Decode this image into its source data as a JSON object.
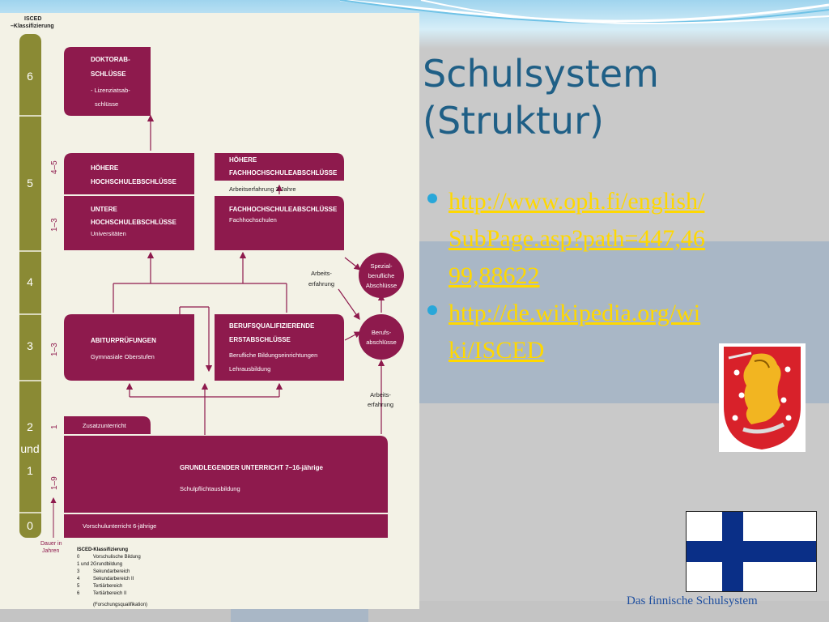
{
  "slide": {
    "title_line1": "Schulsystem",
    "title_line2": "(Struktur)",
    "links": [
      "http://www.oph.fi/english/SubPage.asp?path=447,4699,88622",
      "http://de.wikipedia.org/wiki/ISCED"
    ],
    "footer": "Das finnische Schulsystem"
  },
  "colors": {
    "box": "#8e1a4d",
    "bar": "#8a8a34",
    "title": "#1f5f86",
    "link": "#ffd800",
    "bullet": "#29a7d9"
  },
  "diagram": {
    "header": [
      "ISCED",
      "–Klassifizierung"
    ],
    "levels": [
      "6",
      "5",
      "4",
      "3",
      "2",
      "und",
      "1",
      "0"
    ],
    "years": [
      "4–5",
      "1–3",
      "1–3",
      "1",
      "1–9"
    ],
    "dauer": [
      "Dauer in",
      "Jahren"
    ],
    "doktor": [
      "DOKTORAB-",
      "SCHLÜSSE",
      "- Lizenziatsab-",
      "schlüsse"
    ],
    "hoehere_hs": [
      "HÖHERE",
      "HOCHSCHULEBSCHLÜSSE"
    ],
    "hoehere_fh": [
      "HÖHERE",
      "FACHHOCHSCHULEABSCHLÜSSE"
    ],
    "arbeit3": "Arbeitserfahrung 3 Jahre",
    "untere_hs": [
      "UNTERE",
      "HOCHSCHULEBSCHLÜSSE",
      "Universitäten"
    ],
    "fh": [
      "FACHHOCHSCHULEABSCHLÜSSE",
      "Fachhochschulen"
    ],
    "abitur": [
      "ABITURPRÜFUNGEN",
      "Gymnasiale Oberstufen"
    ],
    "beruf": [
      "BERUFSQUALIFIZIERENDE",
      "ERSTABSCHLÜSSE",
      "Berufliche Bildungseinrichtungen",
      "Lehrausbildung"
    ],
    "spezial": [
      "Spezial-",
      "berufliche",
      "Abschlüsse"
    ],
    "berufsab": [
      "Berufs-",
      "abschlüsse"
    ],
    "arbeits1": [
      "Arbeits-",
      "erfahrung"
    ],
    "arbeits2": [
      "Arbeits-",
      "erfahrung"
    ],
    "zusatz": "Zusatzunterricht",
    "grund": [
      "GRUNDLEGENDER UNTERRICHT 7–16-jährige",
      "Schulpflichtausbildung"
    ],
    "vorschul": "Vorschulunterricht 6-jährige",
    "legend": [
      [
        "ISCED-Klassifizierung",
        ""
      ],
      [
        "0",
        "Vorschulische Bildung"
      ],
      [
        "1 und 2",
        "Grundbildung"
      ],
      [
        "3",
        "Sekundarbereich"
      ],
      [
        "4",
        "Sekundarbereich II"
      ],
      [
        "5",
        "Tertiärbereich"
      ],
      [
        "6",
        "Tertiärbereich II"
      ],
      [
        "",
        "(Forschungsqualifikation)"
      ]
    ]
  }
}
